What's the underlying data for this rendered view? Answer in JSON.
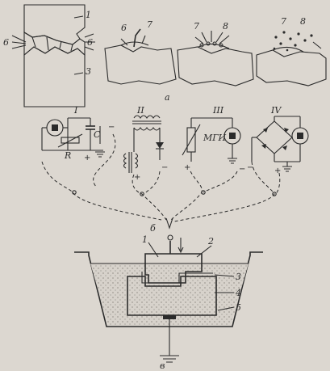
{
  "section_a": {
    "caption": "а",
    "labels": [
      "1",
      "6",
      "6",
      "3",
      "6",
      "7",
      "7",
      "8",
      "7",
      "8"
    ]
  },
  "section_b": {
    "caption": "б",
    "circuit_numerals": [
      "I",
      "II",
      "III",
      "IV"
    ],
    "component_labels": {
      "c": "C",
      "r": "R",
      "mgi": "МГИ"
    },
    "polarity": [
      "+",
      "−",
      "−",
      "+",
      "+",
      "−",
      "−",
      "+"
    ]
  },
  "section_v": {
    "caption": "в",
    "labels": [
      "1",
      "2",
      "3",
      "4",
      "5"
    ]
  },
  "colors": {
    "ink": "#2b2b2b",
    "paper": "#dcd7d0",
    "hatch": "#5a5550"
  }
}
